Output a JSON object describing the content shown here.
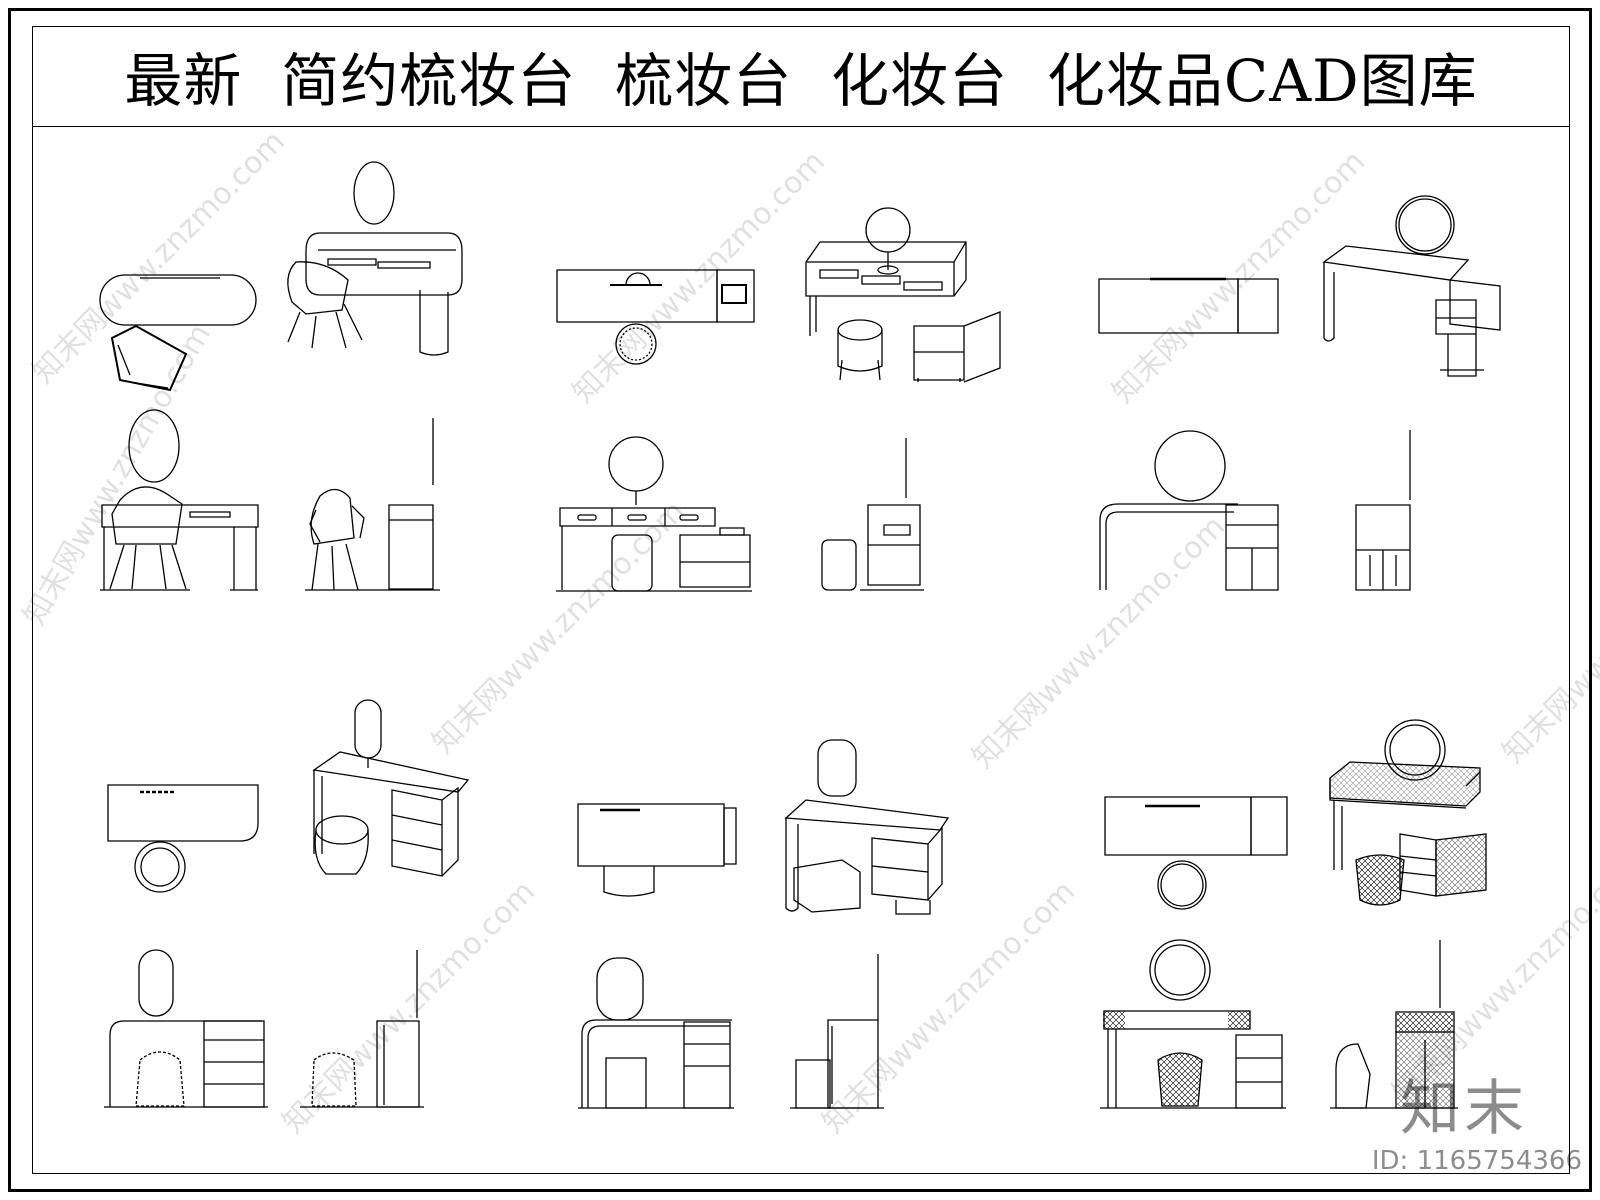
{
  "title": "最新  简约梳妆台  梳妆台  化妆台  化妆品CAD图库",
  "watermark": {
    "text": "知末网www.znzmo.com",
    "logo": "知末",
    "id_label": "ID: 1165754366"
  },
  "palette": {
    "line": "#000000",
    "background": "#ffffff",
    "watermark": "#bdbdbd"
  },
  "groups": [
    {
      "name": "group-1",
      "views": [
        "plan",
        "perspective",
        "front-elevation",
        "side-elevation"
      ],
      "mirror": "oval"
    },
    {
      "name": "group-2",
      "views": [
        "plan",
        "perspective",
        "front-elevation",
        "side-elevation"
      ],
      "mirror": "round-stand"
    },
    {
      "name": "group-3",
      "views": [
        "plan",
        "perspective",
        "front-elevation",
        "side-elevation"
      ],
      "mirror": "round"
    },
    {
      "name": "group-4",
      "views": [
        "plan",
        "perspective",
        "front-elevation",
        "side-elevation"
      ],
      "mirror": "capsule"
    },
    {
      "name": "group-5",
      "views": [
        "plan",
        "perspective",
        "front-elevation",
        "side-elevation"
      ],
      "mirror": "rounded-square"
    },
    {
      "name": "group-6",
      "views": [
        "plan",
        "perspective",
        "front-elevation",
        "side-elevation"
      ],
      "mirror": "round-framed"
    }
  ]
}
